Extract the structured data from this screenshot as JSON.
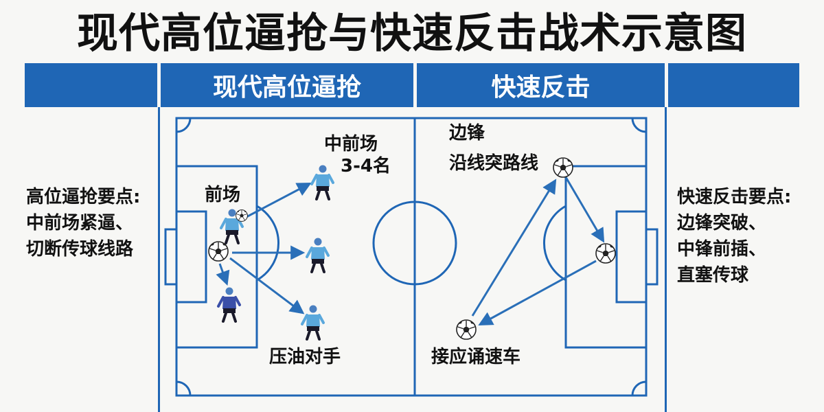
{
  "title": "现代高位逼抢与快速反击战术示意图",
  "sections": {
    "pressing": "现代高位逼抢",
    "counter": "快速反击"
  },
  "left_panel": {
    "heading": "高位逼抢要点:",
    "lines": [
      "中前场紧逼、",
      "切断传球线路"
    ]
  },
  "right_panel": {
    "heading": "快速反击要点:",
    "lines": [
      "边锋突破、",
      "中锋前插、",
      "直塞传球"
    ]
  },
  "labels": {
    "frontcourt": "前场",
    "midfield_line1": "中前场",
    "midfield_line2": "3-4名",
    "press_opponent": "压油对手",
    "winger_line1": "边锋",
    "winger_line2": "沿线突路线",
    "pickup": "接应诵速车"
  },
  "colors": {
    "brand_blue": "#1f66b5",
    "arrow_blue": "#2a6fb8",
    "player_light": "#5aa8dc",
    "player_dark": "#3a4fa8"
  },
  "icons": {
    "player": "player-icon",
    "ball": "soccer-ball-icon"
  }
}
